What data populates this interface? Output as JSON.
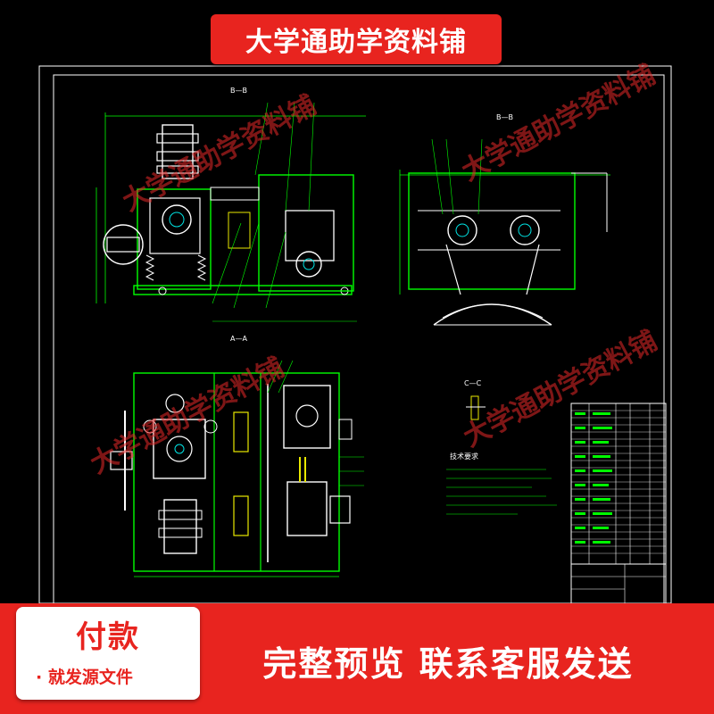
{
  "banner": {
    "title": "大学通助学资料铺"
  },
  "watermarks": [
    "大学通助学资料铺",
    "大学通助学资料铺",
    "大学通助学资料铺",
    "大学通助学资料铺"
  ],
  "drawing": {
    "view_labels": [
      "B—B",
      "B—B",
      "A—A",
      "C—C"
    ],
    "notes_title": "技术要求"
  },
  "footer": {
    "pay_label": "付款",
    "pay_sub": "· 就发源文件",
    "cta": "完整预览  联系客服发送"
  },
  "colors": {
    "banner_red": "#e8241f",
    "line_green": "#00ff00",
    "line_white": "#ffffff",
    "line_cyan": "#00e5e5",
    "line_yellow": "#e8e800"
  }
}
